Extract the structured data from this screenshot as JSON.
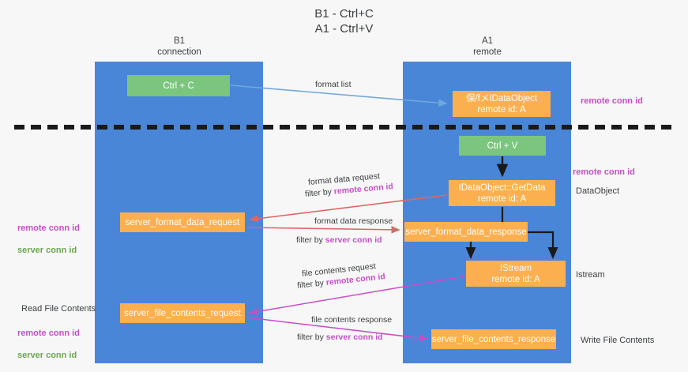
{
  "title": "B1 - Ctrl+C\nA1 - Ctrl+V",
  "lanes": [
    {
      "name": "b1",
      "header": "B1\nconnection",
      "color": "#4a86d8"
    },
    {
      "name": "a1",
      "header": "A1\nremote",
      "color": "#4a86d8"
    }
  ],
  "nodes": {
    "ctrl_c": "Ctrl + C",
    "data_object": "保/fメIDataObject\nremote id: A",
    "ctrl_v": "Ctrl + V",
    "get_data": "IDataObject::GetData\nremote id: A",
    "server_format_data_request": "server_format_data_request",
    "server_format_data_response": "server_format_data_response",
    "istream": "IStream\nremote id: A",
    "server_file_contents_request": "server_file_contents_request",
    "server_file_contents_response": "server_file_contents_response"
  },
  "annotations": {
    "remote_conn_id_top": "remote conn id",
    "remote_conn_id_mid": "remote conn id",
    "data_object_label": "DataObject",
    "istream_label": "Istream",
    "write_file_contents": "Write File Contents",
    "read_file_contents": "Read File Contents",
    "remote_conn_id_left": "remote conn id",
    "server_conn_id_left": "server conn id",
    "remote_conn_id_left2": "remote conn id",
    "server_conn_id_left2": "server conn id"
  },
  "edge_labels": {
    "format_list": "format list",
    "format_data_request": "format data request",
    "filter_by": "filter by ",
    "filter_remote_conn_id": "remote conn id",
    "format_data_response": "format data response",
    "filter_server_conn_id": "server conn id",
    "file_contents_request": "file contents request",
    "file_contents_response": "file contents response"
  },
  "colors": {
    "lane": "#4a86d8",
    "green_node": "#7bc67e",
    "orange_node": "#fcaf4f",
    "purple_text": "#c74ec7",
    "green_text": "#6aa84f",
    "arrow_blue": "#6fa8dc",
    "arrow_red": "#e06666",
    "arrow_magenta": "#c74ec7",
    "arrow_black": "#1a1a1a",
    "background": "#f7f7f7"
  }
}
